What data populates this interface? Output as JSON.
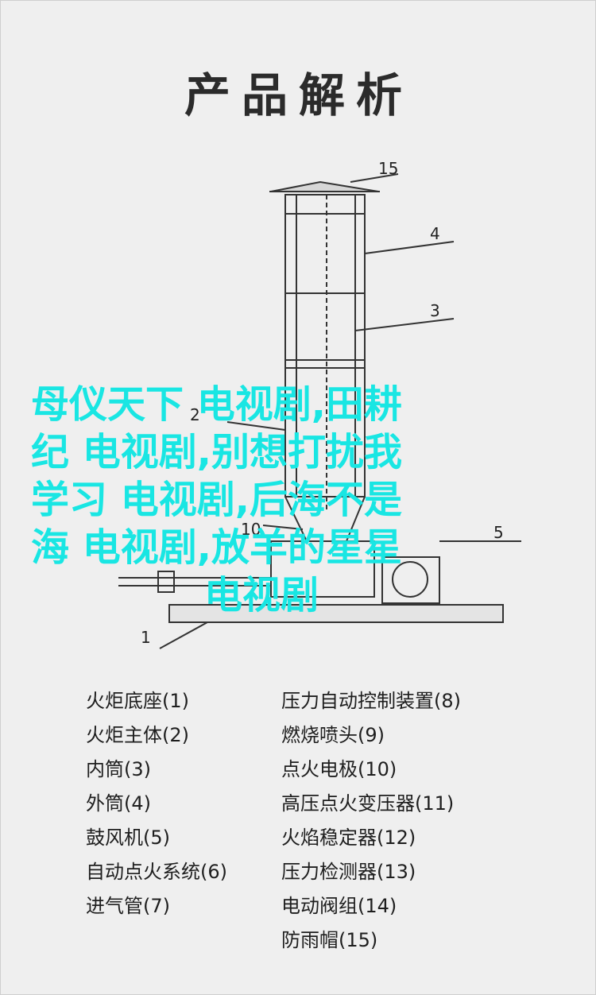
{
  "title": "产品解析",
  "overlay_lines": [
    "母仪天下 电视剧,田耕",
    "纪 电视剧,别想打扰我",
    "学习 电视剧,后海不是",
    "海 电视剧,放羊的星星",
    "电视剧"
  ],
  "callouts": [
    {
      "label": "15"
    },
    {
      "label": "4"
    },
    {
      "label": "3"
    },
    {
      "label": "2"
    },
    {
      "label": "10"
    },
    {
      "label": "5"
    },
    {
      "label": "1"
    }
  ],
  "legend_left": [
    "火炬底座(1)",
    "火炬主体(2)",
    "内筒(3)",
    "外筒(4)",
    "鼓风机(5)",
    "自动点火系统(6)",
    "进气管(7)"
  ],
  "legend_right": [
    "压力自动控制装置(8)",
    "燃烧喷头(9)",
    "点火电极(10)",
    "高压点火变压器(11)",
    "火焰稳定器(12)",
    "压力检测器(13)",
    "电动阀组(14)",
    "防雨帽(15)"
  ]
}
